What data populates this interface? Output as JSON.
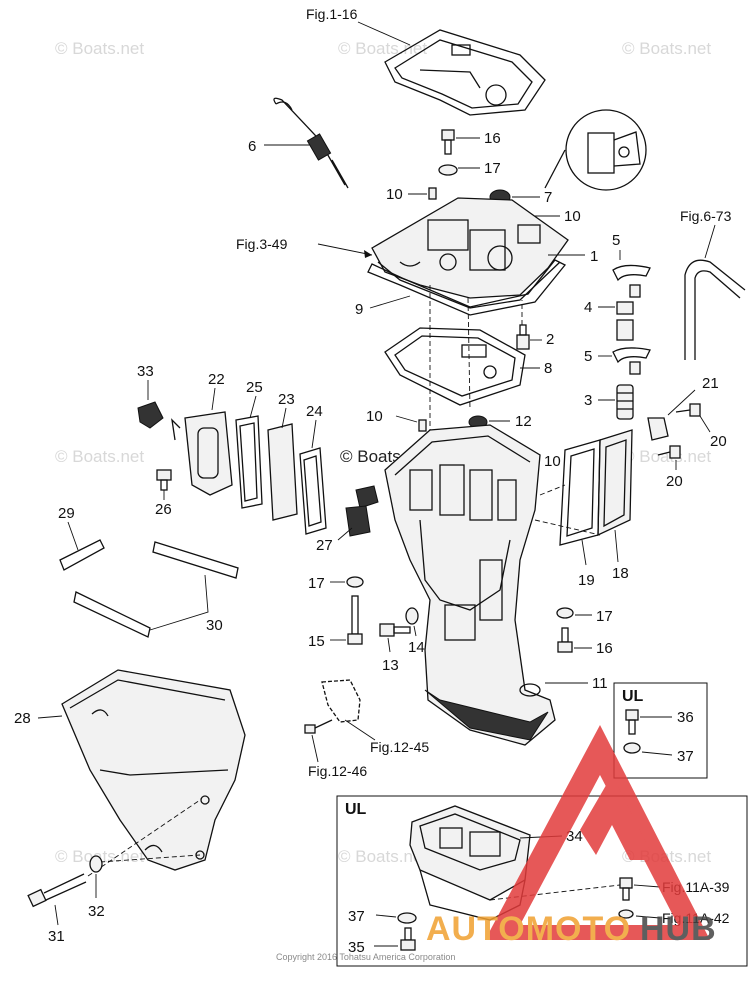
{
  "watermark": "© Boats.net",
  "copyright": "Copyright 2016 Tohatsu America Corporation",
  "brand": {
    "text_left": "AUTOMOTO",
    "text_right": "HUB",
    "color_accent": "#e23b3b",
    "color_text": "#f0a030"
  },
  "fig_refs": {
    "fig_1_16": "Fig.1-16",
    "fig_3_49": "Fig.3-49",
    "fig_6_73": "Fig.6-73",
    "fig_12_45": "Fig.12-45",
    "fig_12_46": "Fig.12-46",
    "fig_11a_39": "Fig.11A-39",
    "fig_11a_42": "Fig.11A-42"
  },
  "boxes": {
    "ul_small": "UL",
    "ul_large": "UL"
  },
  "callouts": {
    "p1": "1",
    "p2": "2",
    "p3": "3",
    "p4": "4",
    "p5a": "5",
    "p5b": "5",
    "p6": "6",
    "p7": "7",
    "p8": "8",
    "p9": "9",
    "p10a": "10",
    "p10b": "10",
    "p10c": "10",
    "p10d": "10",
    "p11": "11",
    "p12": "12",
    "p13": "13",
    "p14": "14",
    "p15": "15",
    "p16a": "16",
    "p16b": "16",
    "p17a": "17",
    "p17b": "17",
    "p17c": "17",
    "p18": "18",
    "p19": "19",
    "p20a": "20",
    "p20b": "20",
    "p21": "21",
    "p22": "22",
    "p23": "23",
    "p24": "24",
    "p25": "25",
    "p26": "26",
    "p27": "27",
    "p28": "28",
    "p29": "29",
    "p30": "30",
    "p31": "31",
    "p32": "32",
    "p33": "33",
    "p34": "34",
    "p35": "35",
    "p36": "36",
    "p37a": "37",
    "p37b": "37"
  }
}
